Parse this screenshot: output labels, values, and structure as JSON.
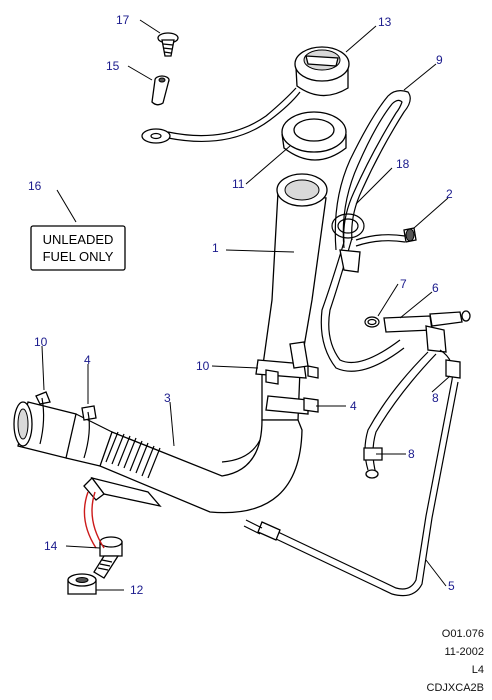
{
  "label_plate": {
    "line1": "UNLEADED",
    "line2": "FUEL ONLY"
  },
  "callouts": {
    "c1": "1",
    "c2": "2",
    "c3": "3",
    "c4a": "4",
    "c4b": "4",
    "c5": "5",
    "c6": "6",
    "c7": "7",
    "c8a": "8",
    "c8b": "8",
    "c9": "9",
    "c10a": "10",
    "c10b": "10",
    "c11": "11",
    "c12": "12",
    "c13": "13",
    "c14": "14",
    "c15": "15",
    "c16": "16",
    "c17": "17",
    "c18": "18"
  },
  "reference": {
    "code": "O01.076",
    "date": "11-2002",
    "sheet": "L4",
    "id": "CDJXCA2B"
  },
  "colors": {
    "callout": "#1a1a8c",
    "highlight": "#cc1a1a"
  }
}
